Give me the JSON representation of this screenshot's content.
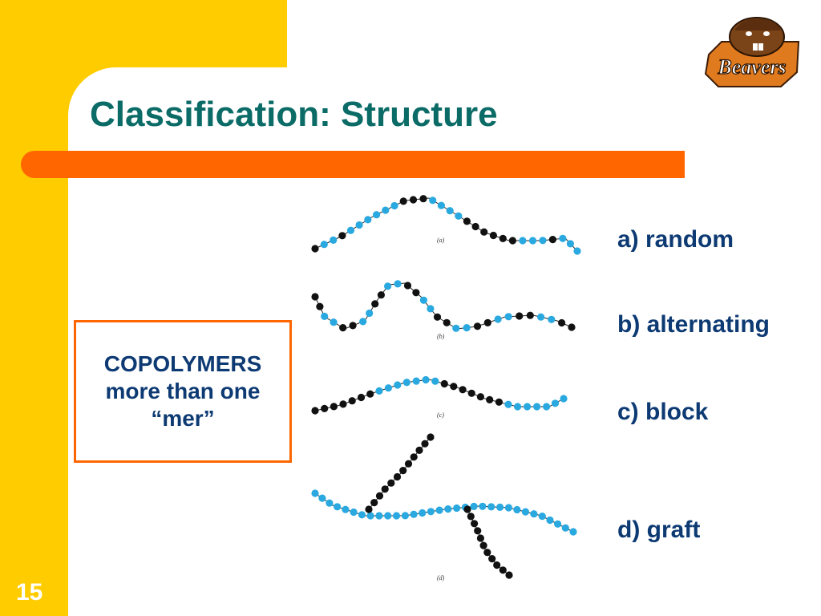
{
  "slide": {
    "title": "Classification: Structure",
    "page_number": "15"
  },
  "logo": {
    "text": "Beavers",
    "icon": "beaver-mascot-logo"
  },
  "copolymer_box": {
    "line1": "COPOLYMERS",
    "line2": "more than one",
    "line3": "“mer”"
  },
  "diagram": {
    "panels": [
      {
        "tag": "(a)",
        "label": "a) random"
      },
      {
        "tag": "(b)",
        "label": "b) alternating"
      },
      {
        "tag": "(c)",
        "label": "c) block"
      },
      {
        "tag": "(d)",
        "label": "d) graft"
      }
    ]
  },
  "colors": {
    "yellow": "#FFCC00",
    "orange": "#FF6600",
    "title_teal": "#0B6B66",
    "text_navy": "#0D3A73",
    "mer_blue": "#29A9E0",
    "mer_black": "#111111"
  }
}
